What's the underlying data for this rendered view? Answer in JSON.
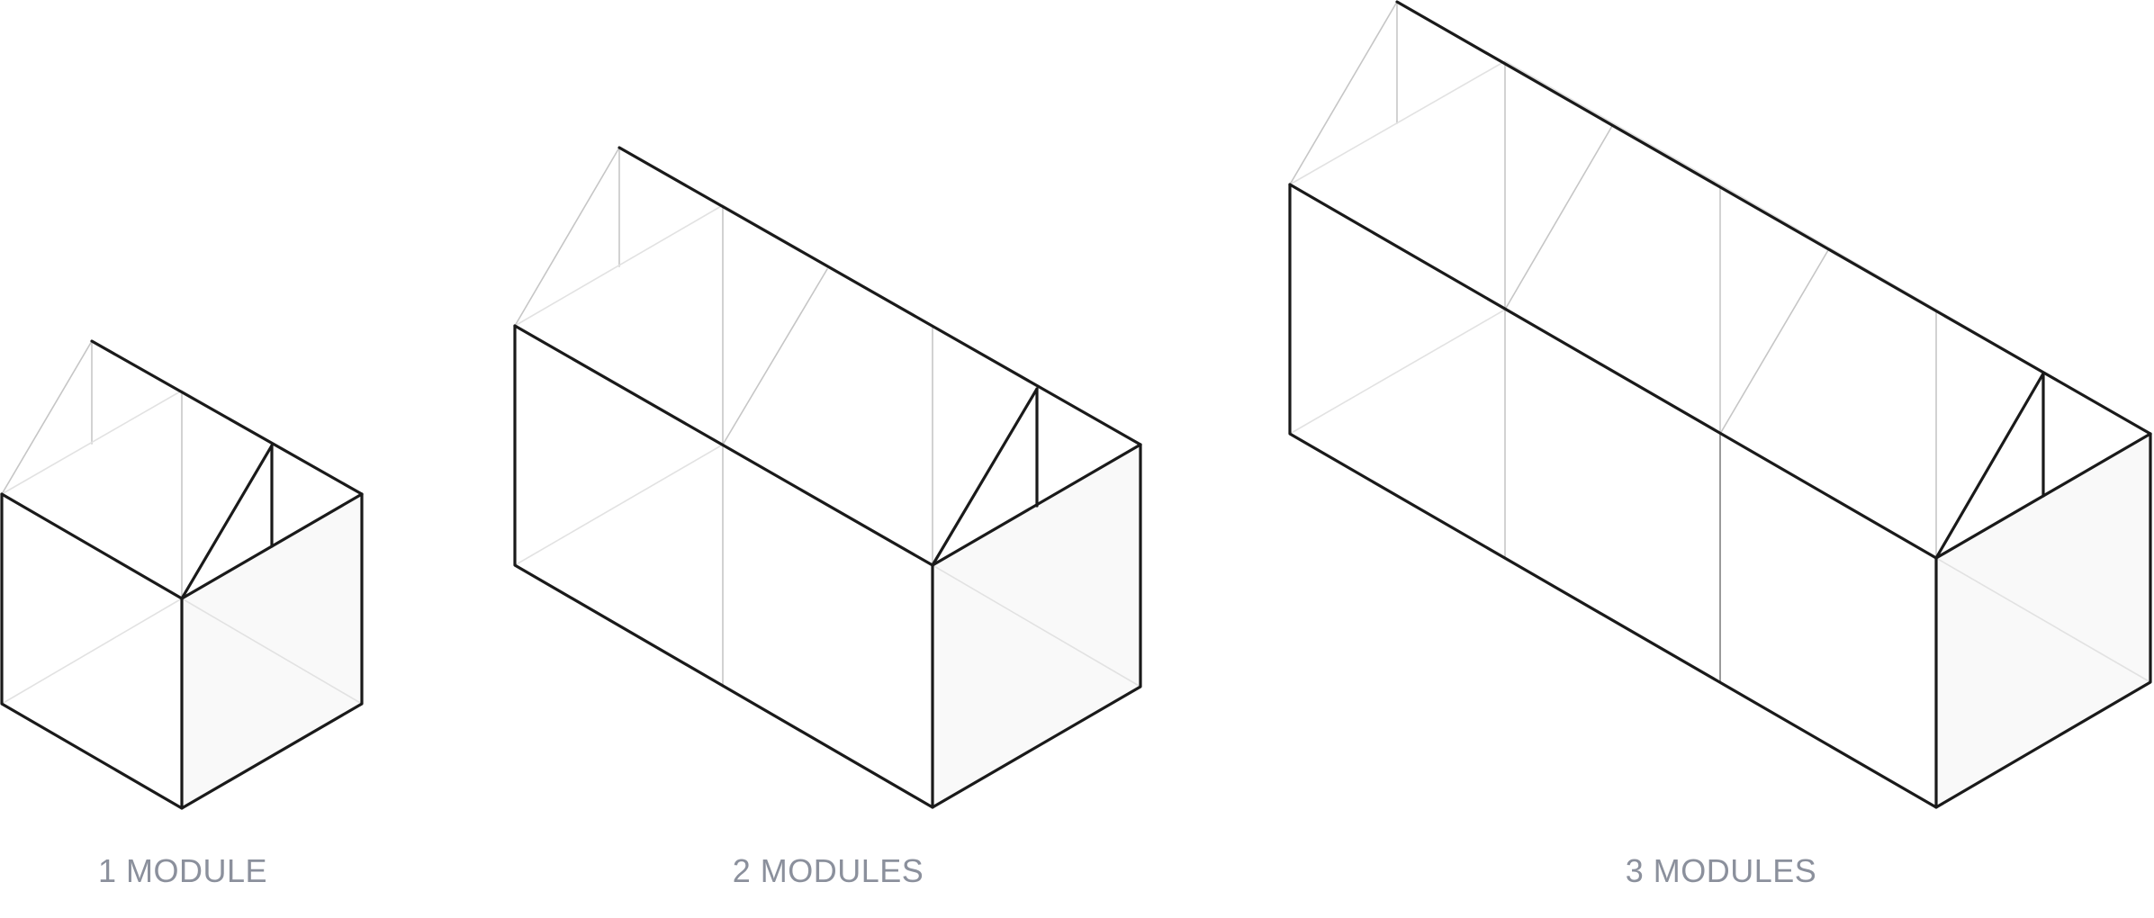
{
  "modules": [
    {
      "count": 1,
      "label": "1 MODULE"
    },
    {
      "count": 2,
      "label": "2 MODULES"
    },
    {
      "count": 3,
      "label": "3 MODULES"
    }
  ]
}
